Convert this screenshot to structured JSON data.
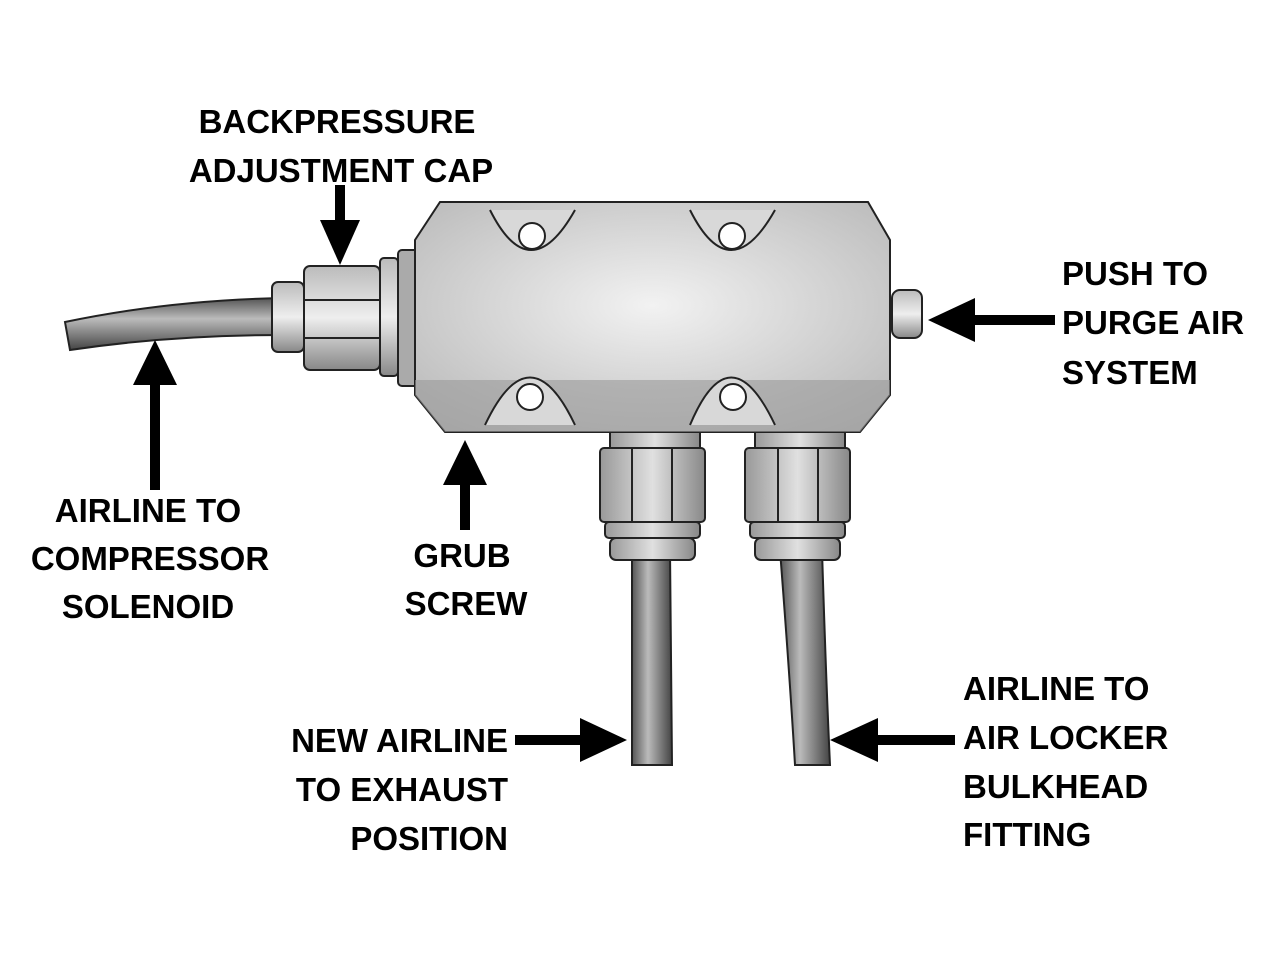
{
  "diagram": {
    "labels": {
      "backpressure": [
        "BACKPRESSURE",
        "ADJUSTMENT CAP"
      ],
      "compressor": [
        "AIRLINE TO",
        "COMPRESSOR",
        "SOLENOID"
      ],
      "grub": [
        "GRUB",
        "SCREW"
      ],
      "purge": [
        "PUSH TO",
        "PURGE AIR",
        "SYSTEM"
      ],
      "exhaust": [
        "NEW AIRLINE",
        "TO EXHAUST",
        "POSITION"
      ],
      "locker": [
        "AIRLINE TO",
        "AIR LOCKER",
        "BULKHEAD",
        "FITTING"
      ]
    }
  }
}
